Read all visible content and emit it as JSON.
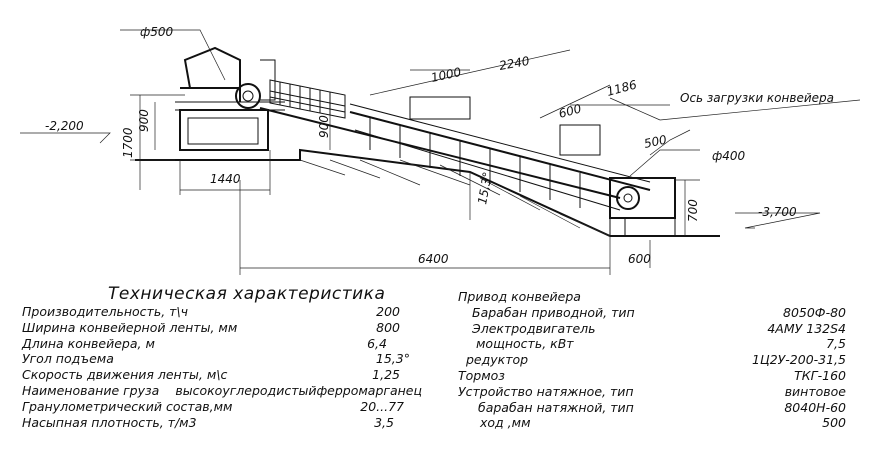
{
  "drawing": {
    "dims": {
      "d500": "ф500",
      "d400": "ф400",
      "h900a": "900",
      "h900b": "900",
      "h1700": "1700",
      "h700": "700",
      "w1440": "1440",
      "w6400": "6400",
      "w600bottom": "600",
      "w2240": "2240",
      "w1000": "1000",
      "w1186": "1186",
      "w600top": "600",
      "w500": "500",
      "angle": "15,3°",
      "level_left": "-2,200",
      "level_right": "-3,700"
    },
    "callout": "Ось загрузки конвейера"
  },
  "specs_left": {
    "title": "Техническая характеристика",
    "rows": [
      {
        "label": "Производительность, т\\ч",
        "value": "200"
      },
      {
        "label": "Ширина конвейерной ленты, мм",
        "value": "800"
      },
      {
        "label": "Длина конвейера, м",
        "value": "6,4"
      },
      {
        "label": "Угол подъема",
        "value": "15,3°"
      },
      {
        "label": "Скорость движения ленты, м\\с",
        "value": "1,25"
      },
      {
        "label": "Наименование груза",
        "value": "высокоуглеродистыйферромарганец"
      },
      {
        "label": "Гранулометрический состав,мм",
        "value": "20...77"
      },
      {
        "label": "Насыпная плотность, т/м3",
        "value": "3,5"
      }
    ]
  },
  "specs_right": {
    "rows": [
      {
        "label": "Привод конвейера",
        "value": "",
        "indent": 0
      },
      {
        "label": "Барабан приводной, тип",
        "value": "8050Ф-80",
        "indent": 14
      },
      {
        "label": "Электродвигатель",
        "value": "4АМУ 132S4",
        "indent": 14
      },
      {
        "label": "мощность, кВт",
        "value": "7,5",
        "indent": 18
      },
      {
        "label": "редуктор",
        "value": "1Ц2У-200-31,5",
        "indent": 8
      },
      {
        "label": "Тормоз",
        "value": "ТКГ-160",
        "indent": 0
      },
      {
        "label": "Устройство натяжное, тип",
        "value": "винтовое",
        "indent": 0
      },
      {
        "label": "барабан натяжной, тип",
        "value": "8040Н-60",
        "indent": 20
      },
      {
        "label": "ход ,мм",
        "value": "500",
        "indent": 22
      }
    ]
  }
}
